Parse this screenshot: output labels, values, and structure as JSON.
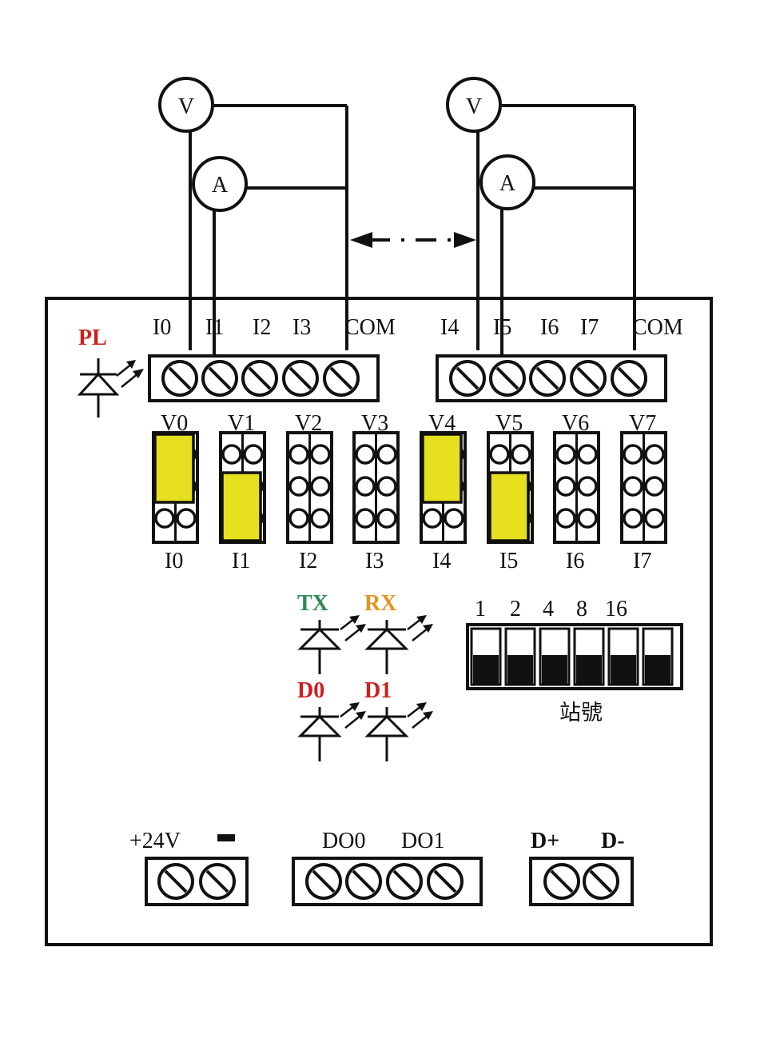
{
  "meters": {
    "voltmeter_symbol": "V",
    "ammeter_symbol": "A"
  },
  "power_led": {
    "label": "PL",
    "color": "#cc1f1f"
  },
  "input_terminals": {
    "left": [
      "I0",
      "I1",
      "I2",
      "I3",
      "COM"
    ],
    "right": [
      "I4",
      "I5",
      "I6",
      "I7",
      "COM"
    ]
  },
  "jumpers": {
    "top_labels": [
      "V0",
      "V1",
      "V2",
      "V3",
      "V4",
      "V5",
      "V6",
      "V7"
    ],
    "bottom_labels": [
      "I0",
      "I1",
      "I2",
      "I3",
      "I4",
      "I5",
      "I6",
      "I7"
    ],
    "positions": [
      "V",
      "I",
      "none",
      "none",
      "V",
      "I",
      "none",
      "none"
    ],
    "cap_color": "#e6e01e"
  },
  "status_leds": [
    {
      "label": "TX",
      "color": "#2e8b57"
    },
    {
      "label": "RX",
      "color": "#e8921e"
    },
    {
      "label": "D0",
      "color": "#cc1f1f"
    },
    {
      "label": "D1",
      "color": "#cc1f1f"
    }
  ],
  "dip_switch": {
    "labels": [
      "1",
      "2",
      "4",
      "8",
      "16"
    ],
    "caption": "站號"
  },
  "power_terminal": {
    "plus": "+24V",
    "minus": "−"
  },
  "do_terminal": {
    "labels": [
      "DO0",
      "DO1"
    ]
  },
  "rs485_terminal": {
    "plus": "D+",
    "minus": "D-"
  }
}
